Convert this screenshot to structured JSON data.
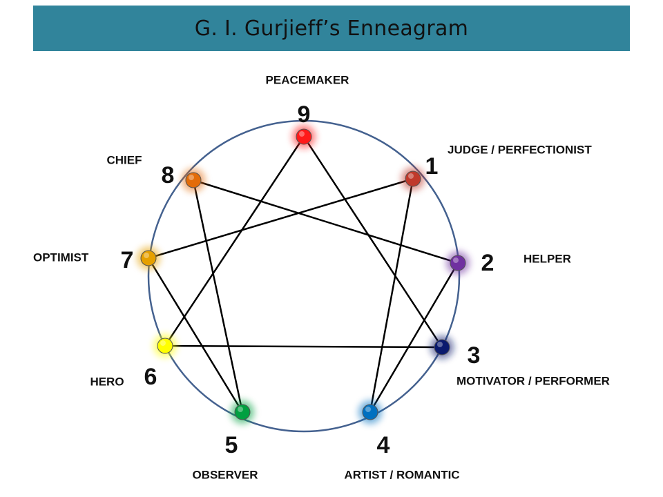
{
  "title": "G. I. Gurjieff’s Enneagram",
  "points": [
    {
      "number": "9",
      "label": "PEACEMAKER",
      "color": "#ff1a1a"
    },
    {
      "number": "1",
      "label": "JUDGE / PERFECTIONIST",
      "color": "#c0392b"
    },
    {
      "number": "2",
      "label": "HELPER",
      "color": "#7030a0"
    },
    {
      "number": "3",
      "label": "MOTIVATOR  / PERFORMER",
      "color": "#0a1a6e"
    },
    {
      "number": "4",
      "label": "ARTIST / ROMANTIC",
      "color": "#0070c0"
    },
    {
      "number": "5",
      "label": "OBSERVER",
      "color": "#00a040"
    },
    {
      "number": "6",
      "label": "HERO",
      "color": "#ffff00"
    },
    {
      "number": "7",
      "label": "OPTIMIST",
      "color": "#e6a000"
    },
    {
      "number": "8",
      "label": "CHIEF",
      "color": "#e36c09"
    }
  ],
  "connections": [
    [
      "9",
      "3"
    ],
    [
      "3",
      "6"
    ],
    [
      "6",
      "9"
    ],
    [
      "1",
      "4"
    ],
    [
      "4",
      "2"
    ],
    [
      "2",
      "8"
    ],
    [
      "8",
      "5"
    ],
    [
      "5",
      "7"
    ],
    [
      "7",
      "1"
    ]
  ]
}
